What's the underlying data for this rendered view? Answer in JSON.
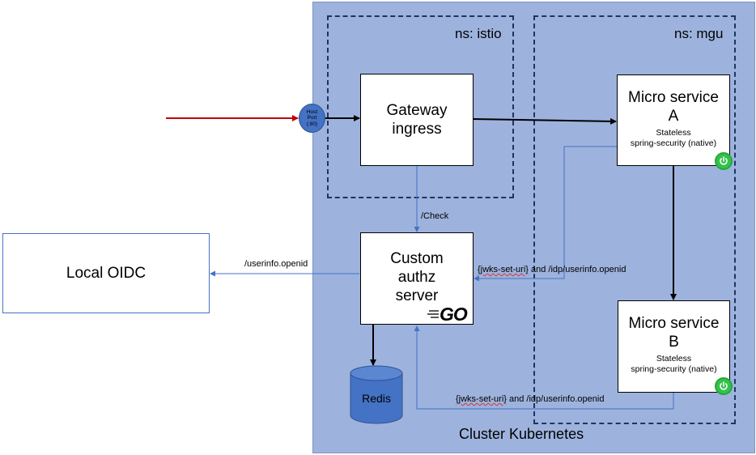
{
  "cluster": {
    "label": "Cluster Kubernetes"
  },
  "namespaces": {
    "istio": {
      "label": "ns: istio"
    },
    "mgu": {
      "label": "ns: mgu"
    }
  },
  "host_port": {
    "line1": "Host",
    "line2": "Port",
    "line3": "(:80)"
  },
  "gateway": {
    "line1": "Gateway",
    "line2": "ingress"
  },
  "authz": {
    "line1": "Custom",
    "line2": "authz",
    "line3": "server",
    "logo_text": "GO"
  },
  "service_a": {
    "line1": "Micro service",
    "line2": "A",
    "line3": "Stateless",
    "line4": "spring-security (native)"
  },
  "service_b": {
    "line1": "Micro service",
    "line2": "B",
    "line3": "Stateless",
    "line4": "spring-security (native)"
  },
  "oidc": {
    "label": "Local OIDC"
  },
  "redis": {
    "label": "Redis"
  },
  "edges": {
    "check": "/Check",
    "userinfo": "/userinfo.openid",
    "a_to_authz_part1": "{jwks-set-uri}",
    "a_to_authz_part2": " and /idp/userinfo.openid",
    "b_to_authz_part1": "{jwks-set-uri}",
    "b_to_authz_part2": " and /idp/userinfo.openid"
  },
  "colors": {
    "cluster_bg": "#9db3dd",
    "incoming_arrow": "#c00000",
    "blue_arrow": "#4472c4",
    "black_arrow": "#000000",
    "redis_fill": "#4472c4",
    "host_port_fill": "#4472c4",
    "status_icon": "#33c24b"
  },
  "icons": {
    "status": "power-icon"
  }
}
